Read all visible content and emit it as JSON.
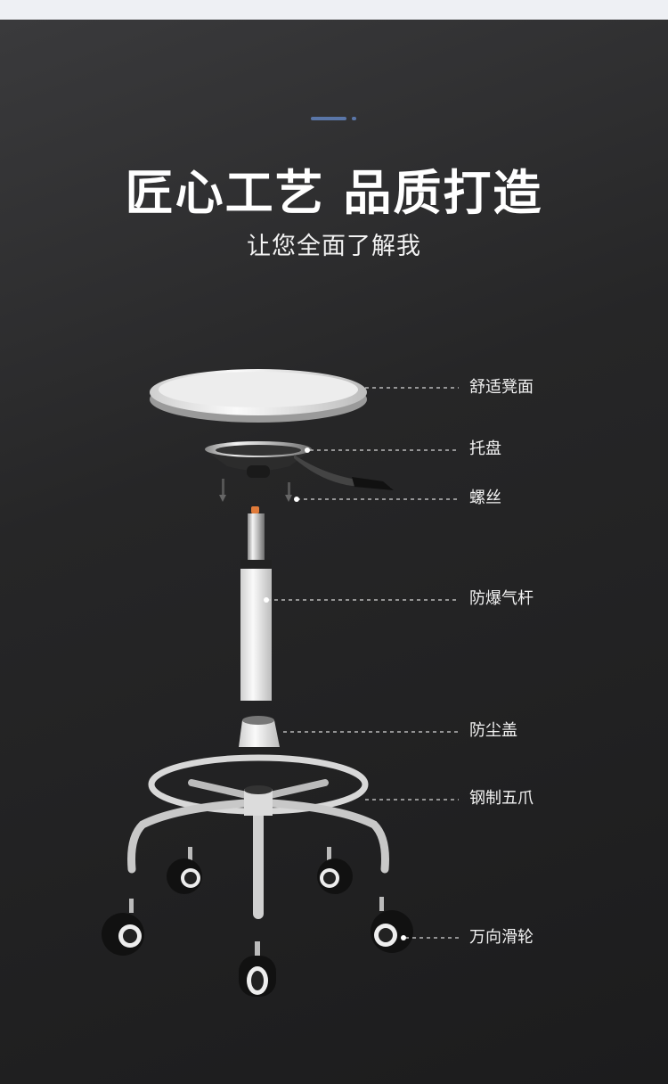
{
  "header": {
    "title": "匠心工艺 品质打造",
    "subtitle": "让您全面了解我"
  },
  "colors": {
    "accent": "#5a76a8",
    "background": "#262627",
    "top_strip": "#eef0f4"
  },
  "parts": [
    {
      "label": "舒适凳面"
    },
    {
      "label": "托盘"
    },
    {
      "label": "螺丝"
    },
    {
      "label": "防爆气杆"
    },
    {
      "label": "防尘盖"
    },
    {
      "label": "钢制五爪"
    },
    {
      "label": "万向滑轮"
    }
  ]
}
